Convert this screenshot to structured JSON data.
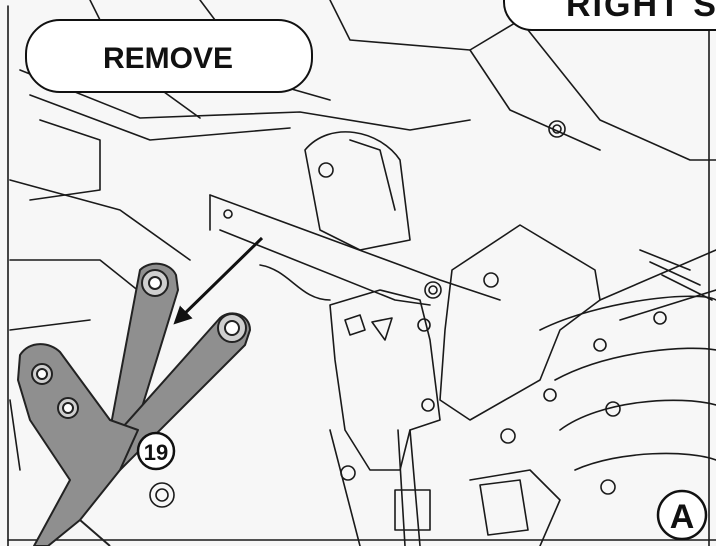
{
  "labels": {
    "action": "REMOVE",
    "side_title": "RIGHT SI",
    "part_number": "19",
    "view_letter": "A"
  },
  "colors": {
    "line": "#1a1a1a",
    "panel_fill": "#ffffff",
    "background": "#f7f7f7",
    "part_fill": "#8f8f8f",
    "part_outline": "#222222"
  },
  "icons": {
    "direction_arrow": "arrow-down-left-icon"
  }
}
